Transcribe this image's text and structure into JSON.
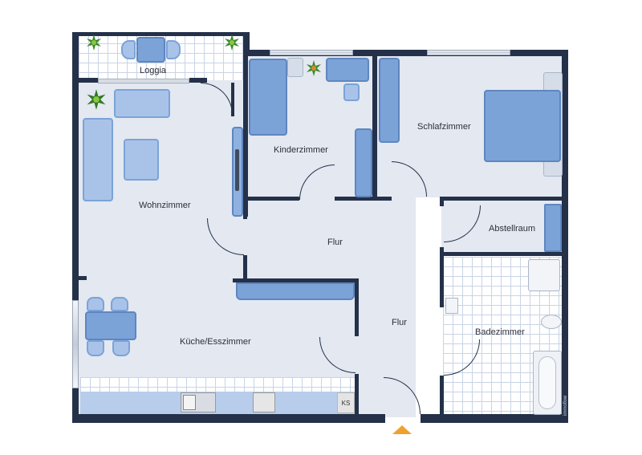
{
  "floorplan": {
    "rooms": [
      {
        "id": "loggia",
        "label": "Loggia"
      },
      {
        "id": "wohnzimmer",
        "label": "Wohnzimmer"
      },
      {
        "id": "kinderzimmer",
        "label": "Kinderzimmer"
      },
      {
        "id": "schlafzimmer",
        "label": "Schlafzimmer"
      },
      {
        "id": "flur_upper",
        "label": "Flur"
      },
      {
        "id": "abstellraum",
        "label": "Abstellraum"
      },
      {
        "id": "flur_lower",
        "label": "Flur"
      },
      {
        "id": "kueche_esszimmer",
        "label": "Küche/Esszimmer"
      },
      {
        "id": "badezimmer",
        "label": "Badezimmer"
      }
    ],
    "fixtures": {
      "fridge_label": "KS"
    },
    "entrance_marker": "entrance-arrow",
    "watermark": "immoflow",
    "colors": {
      "wall": "#243149",
      "floor": "#e3e8f1",
      "furniture": "#7ba3d8",
      "furniture_light": "#a9c3e8",
      "tile": "#ffffff",
      "entrance_arrow": "#f0a030",
      "plant": "#3c8a2c"
    }
  }
}
